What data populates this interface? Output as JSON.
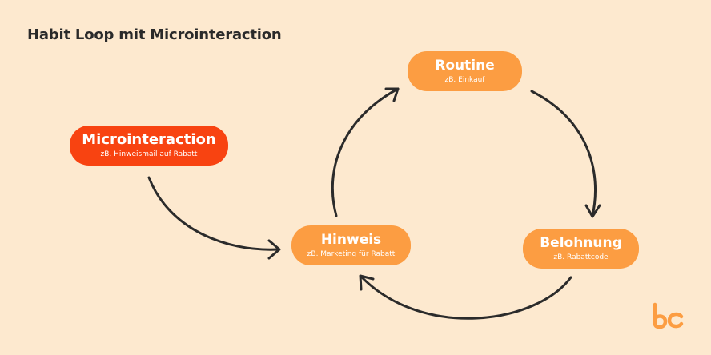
{
  "title": "Habit Loop mit Microinteraction",
  "nodes": {
    "routine": {
      "label": "Routine",
      "sub": "zB. Einkauf"
    },
    "micro": {
      "label": "Microinteraction",
      "sub": "zB. Hinweismail auf Rabatt"
    },
    "hinweis": {
      "label": "Hinweis",
      "sub": "zB. Marketing für Rabatt"
    },
    "belohnung": {
      "label": "Belohnung",
      "sub": "zB. Rabattcode"
    }
  },
  "colors": {
    "background": "#fde9cf",
    "node_orange": "#fc9d42",
    "node_red": "#f84311",
    "arrow": "#2b2b2b"
  },
  "logo": {
    "icon": "bc-logo-icon"
  }
}
